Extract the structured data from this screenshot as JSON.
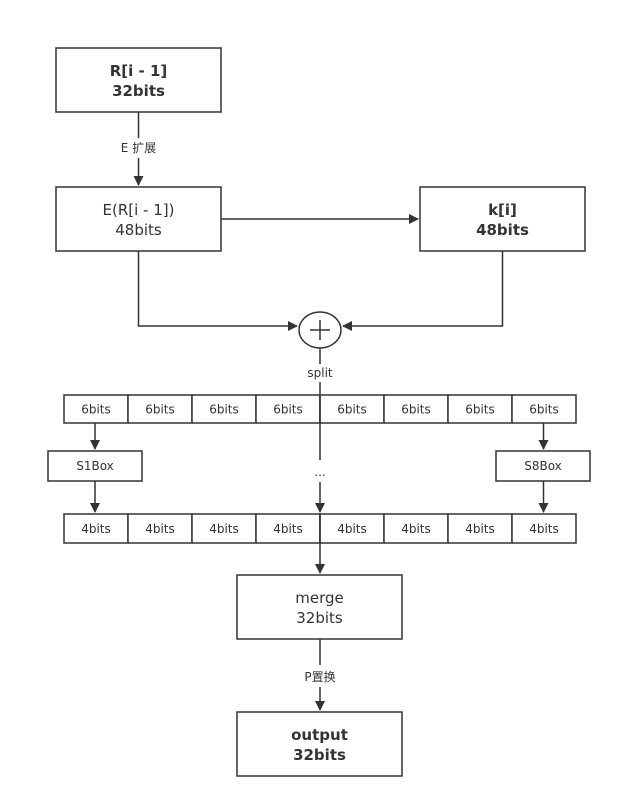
{
  "diagram": {
    "r_box": {
      "line1": "R[i - 1]",
      "line2": "32bits"
    },
    "e_label": "E 扩展",
    "er_box": {
      "line1": "E(R[i - 1])",
      "line2": "48bits"
    },
    "k_box": {
      "line1": "k[i]",
      "line2": "48bits"
    },
    "xor_symbol": "+",
    "split_label": "split",
    "six_bit_cells": [
      "6bits",
      "6bits",
      "6bits",
      "6bits",
      "6bits",
      "6bits",
      "6bits",
      "6bits"
    ],
    "s1_box": "S1Box",
    "s8_box": "S8Box",
    "ellipsis": "...",
    "four_bit_cells": [
      "4bits",
      "4bits",
      "4bits",
      "4bits",
      "4bits",
      "4bits",
      "4bits",
      "4bits"
    ],
    "merge_box": {
      "line1": "merge",
      "line2": "32bits"
    },
    "p_label": "P置换",
    "output_box": {
      "line1": "output",
      "line2": "32bits"
    }
  }
}
